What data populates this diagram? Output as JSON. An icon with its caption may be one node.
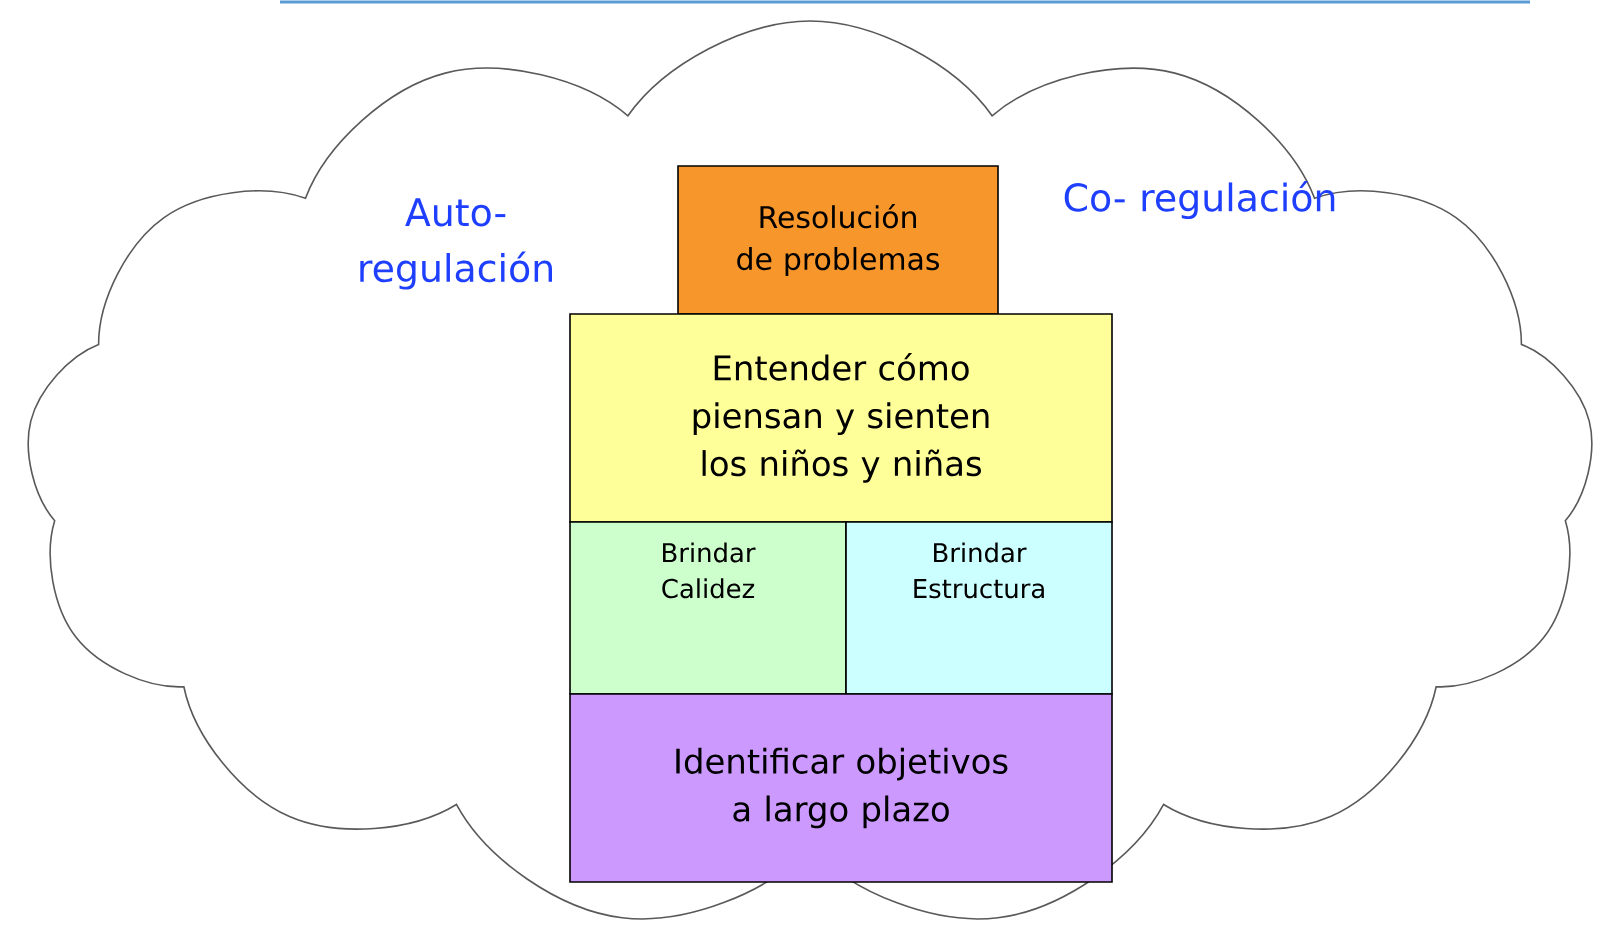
{
  "diagram": {
    "nodes": [
      {
        "text": [
          "Auto- regulación",
          "Co- regulación"
        ]
      },
      {
        "text": [
          "Resolución de problemas"
        ],
        "in": 0
      },
      {
        "text": [
          "Entender cómo piensan y sienten los niños y niñas"
        ],
        "in": 0
      },
      {
        "text": [
          "Brindar Calidez"
        ],
        "in": 0
      },
      {
        "text": [
          "Brindar Estructura"
        ],
        "in": 0
      },
      {
        "text": [
          "Identificar objetivos a largo plazo"
        ],
        "in": 0
      }
    ]
  }
}
